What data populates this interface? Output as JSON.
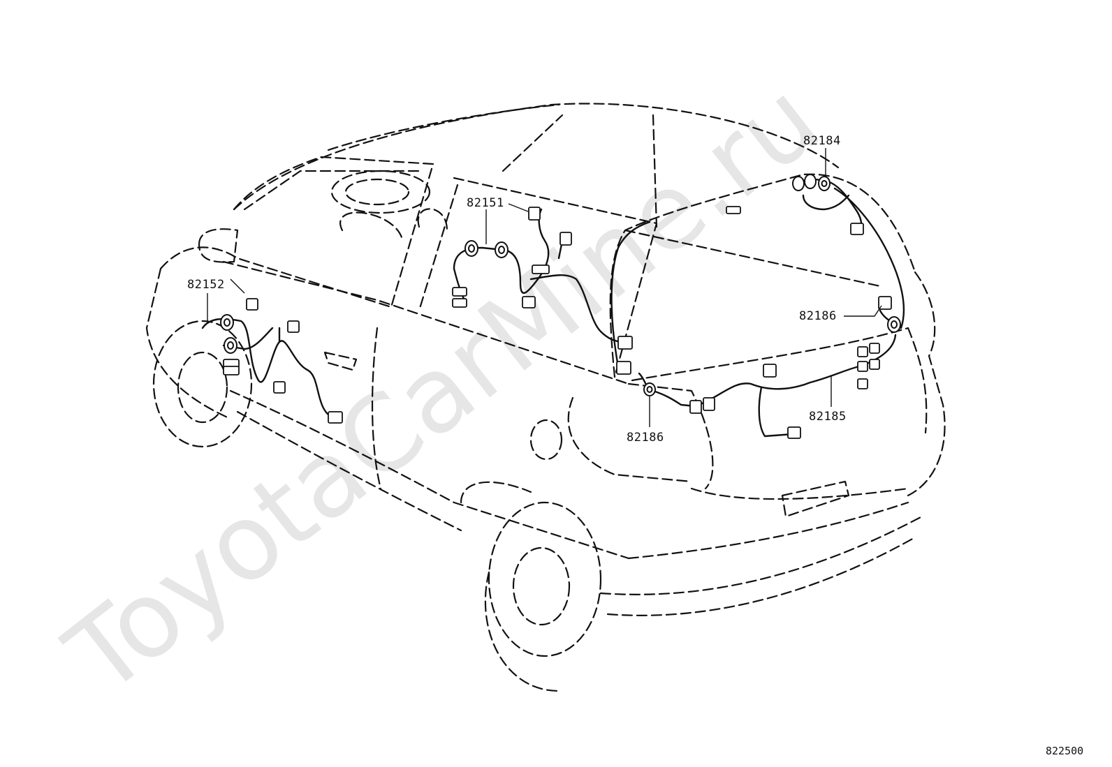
{
  "watermark": "ToyotaCarMine.ru",
  "reference_code": "822500",
  "labels": {
    "l82184": "82184",
    "l82151": "82151",
    "l82152": "82152",
    "l82186_right": "82186",
    "l82186_bottom": "82186",
    "l82185": "82185"
  }
}
